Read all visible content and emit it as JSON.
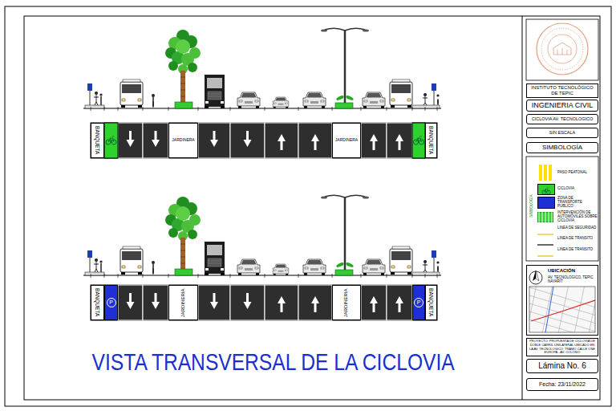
{
  "diagram": {
    "title": "VISTA TRANSVERSAL DE LA CICLOVIA",
    "nodes": [
      {
        "text": [
          "BANQUETA"
        ]
      },
      {
        "text": [
          "JARDINERA"
        ]
      },
      {
        "text": [
          "JARDINERA"
        ]
      },
      {
        "text": [
          "BANQUETA"
        ]
      },
      {
        "text": [
          "BANQUETA"
        ]
      },
      {
        "text": [
          "P"
        ]
      },
      {
        "text": [
          "JARDINERIA"
        ]
      },
      {
        "text": [
          "JARDINERIA"
        ]
      },
      {
        "text": [
          "P"
        ]
      },
      {
        "text": [
          "BANQUETA"
        ]
      },
      {
        "text": [
          "INSTITUTO TECNOLÓGICO DE TEPIC"
        ]
      },
      {
        "text": [
          "INGENIERIA CIVIL"
        ]
      },
      {
        "text": [
          "CICLOVIA AV. TECNOLOGICO"
        ]
      },
      {
        "text": [
          "SIN ESCALA"
        ]
      },
      {
        "text": [
          "SIMBOLOGÍA"
        ]
      },
      {
        "text": [
          "UBICACIÓN",
          "AV. TECNOLOGICO, TEPIC NAYARIT"
        ]
      },
      {
        "text": [
          "PROYECTO: PROPUESTA DE CICLOVIA DE DOBLE CARRIL UNILATERAL UBICADO EN LA AV. TECNOLOGICO, TRAMO CALLE ONE EUROPA - AV. COLOSIO"
        ]
      },
      {
        "text": [
          "Lámina No. 6"
        ]
      },
      {
        "text": [
          "Fecha: 23/11/2022"
        ]
      }
    ],
    "labels": [
      "SIMBOLOGÍA"
    ],
    "legend": [
      {
        "text": "PASO PEATONAL"
      },
      {
        "text": "CICLOVIA",
        "color": "#2fd12f"
      },
      {
        "text": "ZONA DE TRANSPORTE PUBLICO",
        "color": "#1f2fd6"
      },
      {
        "text": "INTERVENCIÓN DE AUTOMÓVILES SOBRE CICLOVIA"
      },
      {
        "text": "LINEA DE SEGURIDAD"
      },
      {
        "text": "LINEA DE TRANSITO"
      },
      {
        "text": "LINEA DE TRANSITO"
      }
    ]
  }
}
